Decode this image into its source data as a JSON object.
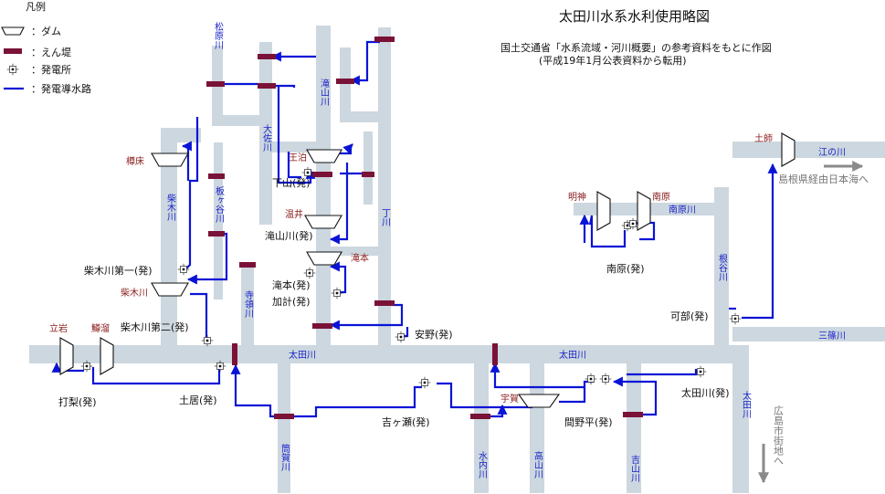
{
  "title": "太田川水系水利使用略図",
  "subtitle_1": "国土交通省「水系流域・河川概要」の参考資料をもとに作図",
  "subtitle_2": "(平成19年1月公表資料から転用)",
  "legend": {
    "heading": "凡例",
    "items": [
      {
        "symbol": "dam",
        "label": "：ダム"
      },
      {
        "symbol": "weir",
        "label": "：えん堤"
      },
      {
        "symbol": "power-station",
        "label": "：発電所"
      },
      {
        "symbol": "canal",
        "label": "：発電導水路"
      }
    ]
  },
  "rivers": {
    "ota_1": "太田川",
    "ota_2": "太田川",
    "ota_3": "太田川",
    "matsubara": "松原川",
    "osa": "大佐川",
    "takiyama": "滝山川",
    "shibaki": "柴木川",
    "itagadani": "板ヶ谷川",
    "terakata": "寺領川",
    "hinoto": "丁川",
    "tsutsuga": "筒賀川",
    "minochi": "水内川",
    "takayama": "高山川",
    "yoshiyama": "吉山川",
    "nedani": "根谷川",
    "minamihara": "南原川",
    "gonokawa": "江の川",
    "misasa": "三篠川"
  },
  "dams": {
    "tachiiwa": "立岩",
    "kamaru": "鱒溜",
    "tomo": "樽床",
    "shibaki": "柴木川",
    "ojiri": "王泊",
    "nukui": "温井",
    "takimoto": "滝本",
    "uga": "宇賀",
    "myojin": "明神",
    "minamihara": "南原",
    "doshi": "土師"
  },
  "stations": {
    "shibaki_1": "柴木川第一(発)",
    "shibaki_2": "柴木川第二(発)",
    "shimoyama": "下山(発)",
    "takiyamagawa": "滝山川(発)",
    "takimoto": "滝本(発)",
    "kakei": "加計(発)",
    "yasuno": "安野(発)",
    "uchinashi": "打梨(発)",
    "tsuchii": "土居(発)",
    "kitsugase": "吉ヶ瀬(発)",
    "manohira": "間野平(発)",
    "otagawa": "太田川(発)",
    "kabe": "可部(発)",
    "minamihara": "南原(発)"
  },
  "directions": {
    "to_sea": "島根県経由日本海へ",
    "to_hiroshima": "広島市街地へ"
  },
  "colors": {
    "river": "#ccd7df",
    "canal": "#0a14d6",
    "weir": "#7a1238",
    "river_label": "#1a22c8",
    "dam_label": "#8b1a1a"
  }
}
